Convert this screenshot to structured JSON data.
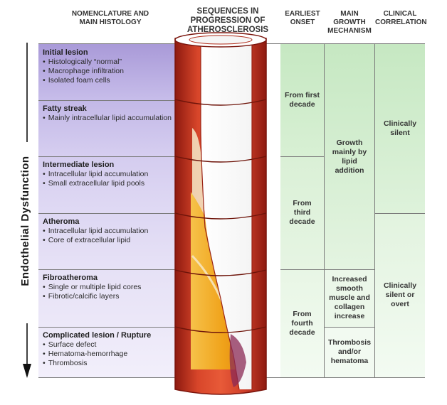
{
  "headers": {
    "nomenclature": "NOMENCLATURE AND MAIN HISTOLOGY",
    "sequences": "SEQUENCES IN PROGRESSION OF ATHEROSCLEROSIS",
    "onset": "EARLIEST ONSET",
    "growth": "MAIN GROWTH MECHANISM",
    "clinical": "CLINICAL CORRELATION"
  },
  "side_label": "Endothelial Dysfunction",
  "stages": [
    {
      "title": "Initial lesion",
      "items": [
        "Histologically “normal”",
        "Macrophage infiltration",
        "Isolated foam cells"
      ]
    },
    {
      "title": "Fatty streak",
      "items": [
        "Mainly intracellular lipid accumulation"
      ]
    },
    {
      "title": "Intermediate lesion",
      "items": [
        "Intracellular lipid accumulation",
        "Small extracellular lipid pools"
      ]
    },
    {
      "title": "Atheroma",
      "items": [
        "Intracellular lipid accumulation",
        "Core of extracellular lipid"
      ]
    },
    {
      "title": "Fibroatheroma",
      "items": [
        "Single or multiple lipid cores",
        "Fibrotic/calcific layers"
      ]
    },
    {
      "title": "Complicated lesion / Rupture",
      "items": [
        "Surface defect",
        "Hematoma-hemorrhage",
        "Thrombosis"
      ]
    }
  ],
  "onset": [
    "From first decade",
    "From third decade",
    "From fourth decade"
  ],
  "growth": [
    "Growth mainly by lipid addition",
    "Increased smooth muscle and collagen increase",
    "Thrombosis and/or hematoma"
  ],
  "clinical": [
    "Clinically silent",
    "Clinically silent or overt"
  ],
  "colors": {
    "purple_dark": "#a99ad8",
    "purple_light": "#efebfa",
    "green_dark": "#c6e8c2",
    "green_light": "#f1faf0",
    "vessel_wall": "#c8331f",
    "lipid_core": "#f2b21c"
  }
}
